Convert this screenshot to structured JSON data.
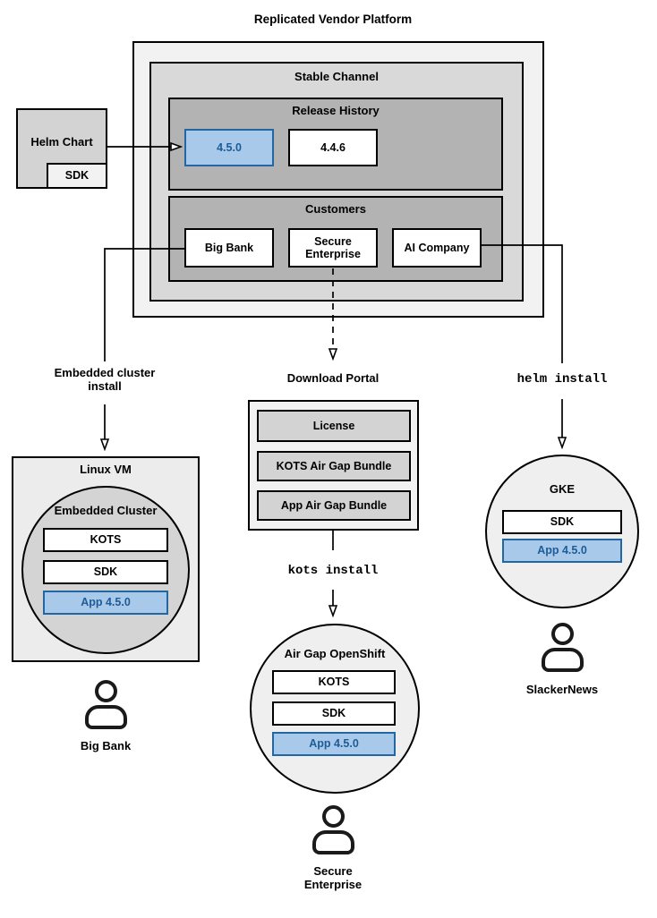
{
  "title": "Replicated Vendor Platform",
  "colors": {
    "highlight_fill": "#a9c9ea",
    "highlight_border": "#2266a2",
    "highlight_text": "#1d5c96",
    "box_light": "#f2f2f2",
    "box_mid": "#d9d9d9",
    "box_dark": "#b3b3b3"
  },
  "stable_channel": {
    "label": "Stable Channel"
  },
  "release_history": {
    "label": "Release History",
    "releases": [
      "4.5.0",
      "4.4.6"
    ]
  },
  "customers": {
    "label": "Customers",
    "items": [
      "Big Bank",
      "Secure Enterprise",
      "AI Company"
    ]
  },
  "helm_chart": {
    "label": "Helm Chart",
    "sdk": "SDK"
  },
  "labels": {
    "embedded_cluster_install": "Embedded cluster install",
    "helm_install": "helm install",
    "kots_install": "kots install"
  },
  "download_portal": {
    "label": "Download Portal",
    "items": [
      "License",
      "KOTS Air Gap Bundle",
      "App Air Gap Bundle"
    ]
  },
  "linux_vm": {
    "label": "Linux VM",
    "cluster_label": "Embedded Cluster",
    "components": [
      "KOTS",
      "SDK",
      "App 4.5.0"
    ],
    "user": "Big Bank"
  },
  "air_gap_openshift": {
    "label": "Air Gap OpenShift",
    "components": [
      "KOTS",
      "SDK",
      "App 4.5.0"
    ],
    "user": "Secure Enterprise"
  },
  "gke": {
    "label": "GKE",
    "components": [
      "SDK",
      "App 4.5.0"
    ],
    "user": "SlackerNews"
  }
}
